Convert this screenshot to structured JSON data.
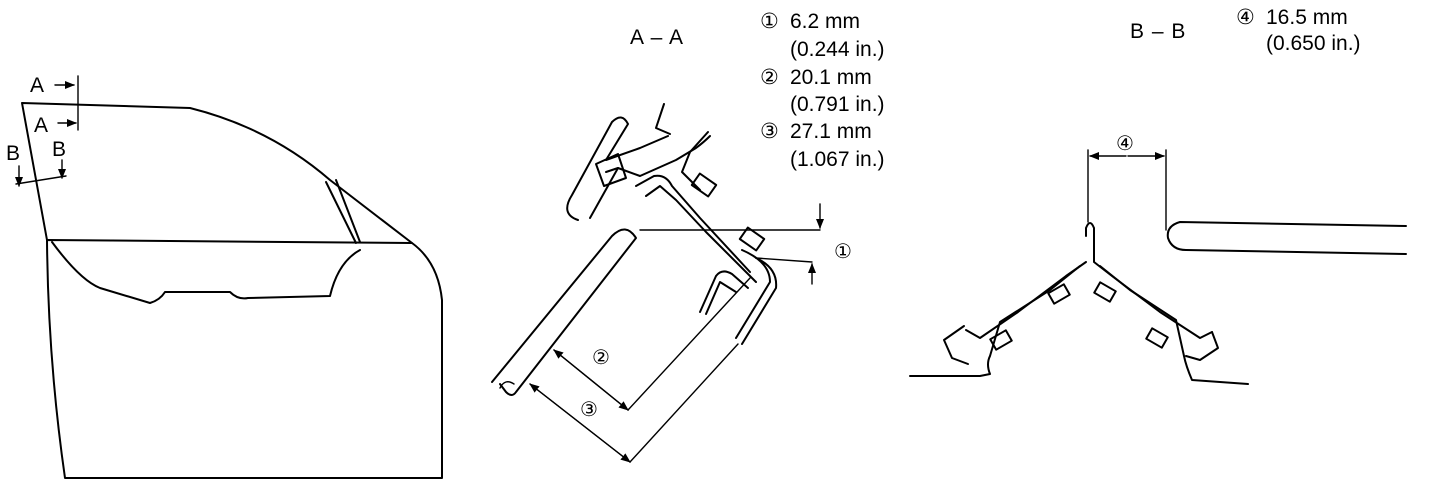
{
  "overview": {
    "cut_a_label": "A",
    "cut_b_label": "B"
  },
  "section_a": {
    "title": "A – A",
    "specs": [
      {
        "marker": "①",
        "mm": "6.2 mm",
        "inch": "(0.244 in.)"
      },
      {
        "marker": "②",
        "mm": "20.1 mm",
        "inch": "(0.791 in.)"
      },
      {
        "marker": "③",
        "mm": "27.1 mm",
        "inch": "(1.067 in.)"
      }
    ],
    "callouts": [
      "①",
      "②",
      "③"
    ]
  },
  "section_b": {
    "title": "B – B",
    "specs": [
      {
        "marker": "④",
        "mm": "16.5 mm",
        "inch": "(0.650 in.)"
      }
    ],
    "callouts": [
      "④"
    ]
  }
}
